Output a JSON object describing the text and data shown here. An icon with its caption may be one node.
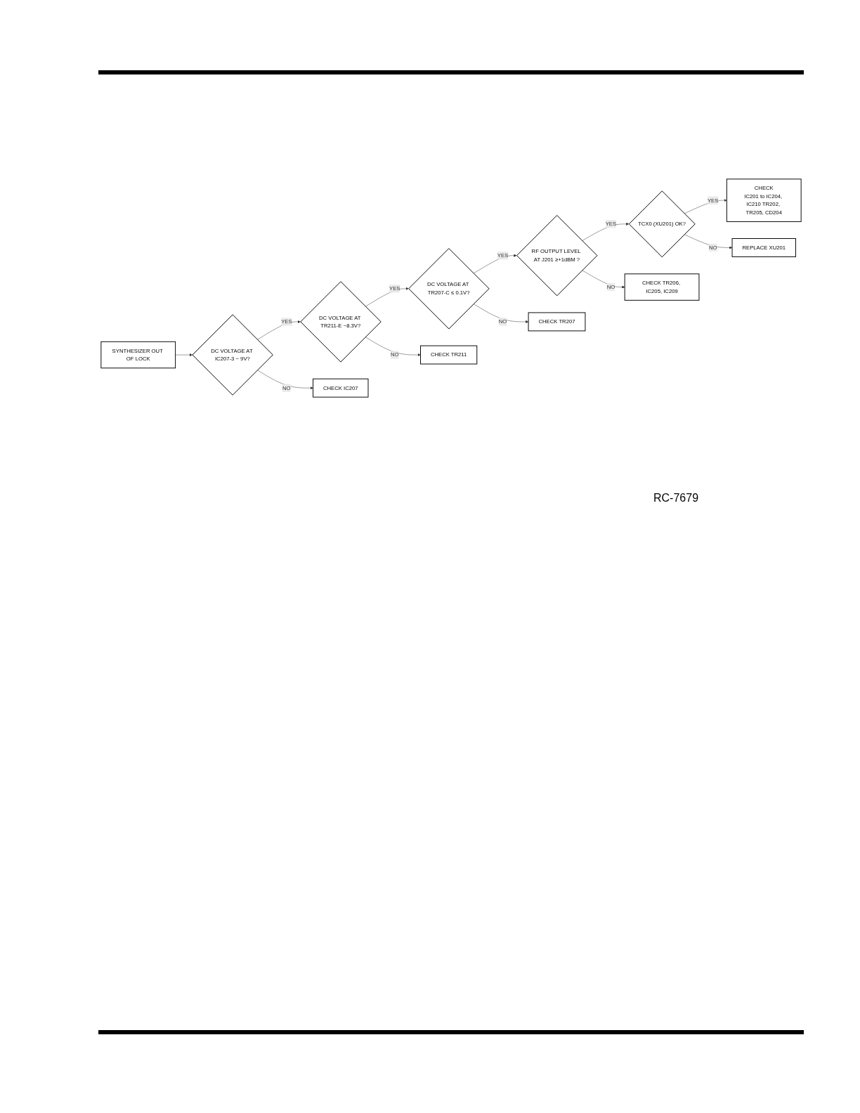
{
  "diagram": {
    "nodes": [
      {
        "text": [
          "SYNTHESIZER OUT OF LOCK"
        ]
      },
      {
        "text": [
          "DC VOLTAGE AT IC207-3 ~ 9V?"
        ]
      },
      {
        "text": [
          "DC VOLTAGE AT TR211-E ~8.3V?"
        ]
      },
      {
        "text": [
          "DC VOLTAGE AT TR207-C ≤ 0.1V?"
        ]
      },
      {
        "text": [
          "RF OUTPUT LEVEL AT J201 ≥+1dBM ?"
        ]
      },
      {
        "text": [
          "TCX0 (XU201) OK?"
        ]
      },
      {
        "text": [
          "CHECK",
          "IC201 to IC204, IC210 TR202, TR205, CD204"
        ]
      },
      {
        "text": [
          "CHECK IC207"
        ]
      },
      {
        "text": [
          "CHECK TR211"
        ]
      },
      {
        "text": [
          "CHECK TR207"
        ]
      },
      {
        "text": [
          "CHECK TR206, IC205, IC209"
        ]
      },
      {
        "text": [
          "REPLACE XU201"
        ]
      }
    ],
    "edges": [
      {
        "from": 0,
        "to": 1,
        "arrow": "to"
      },
      {
        "from": 1,
        "to": 2,
        "arrow": "to",
        "label": "YES"
      },
      {
        "from": 2,
        "to": 3,
        "arrow": "to",
        "label": "YES"
      },
      {
        "from": 3,
        "to": 4,
        "arrow": "to",
        "label": "YES"
      },
      {
        "from": 4,
        "to": 5,
        "arrow": "to",
        "label": "YES"
      },
      {
        "from": 5,
        "to": 6,
        "arrow": "to",
        "label": "YES"
      },
      {
        "from": 1,
        "to": 7,
        "arrow": "to",
        "label": "NO"
      },
      {
        "from": 2,
        "to": 8,
        "arrow": "to",
        "label": "NO"
      },
      {
        "from": 3,
        "to": 9,
        "arrow": "to",
        "label": "NO"
      },
      {
        "from": 4,
        "to": 10,
        "arrow": "to",
        "label": "NO"
      },
      {
        "from": 5,
        "to": 11,
        "arrow": "to",
        "label": "NO"
      }
    ],
    "labels": [
      "RC-7679"
    ]
  }
}
